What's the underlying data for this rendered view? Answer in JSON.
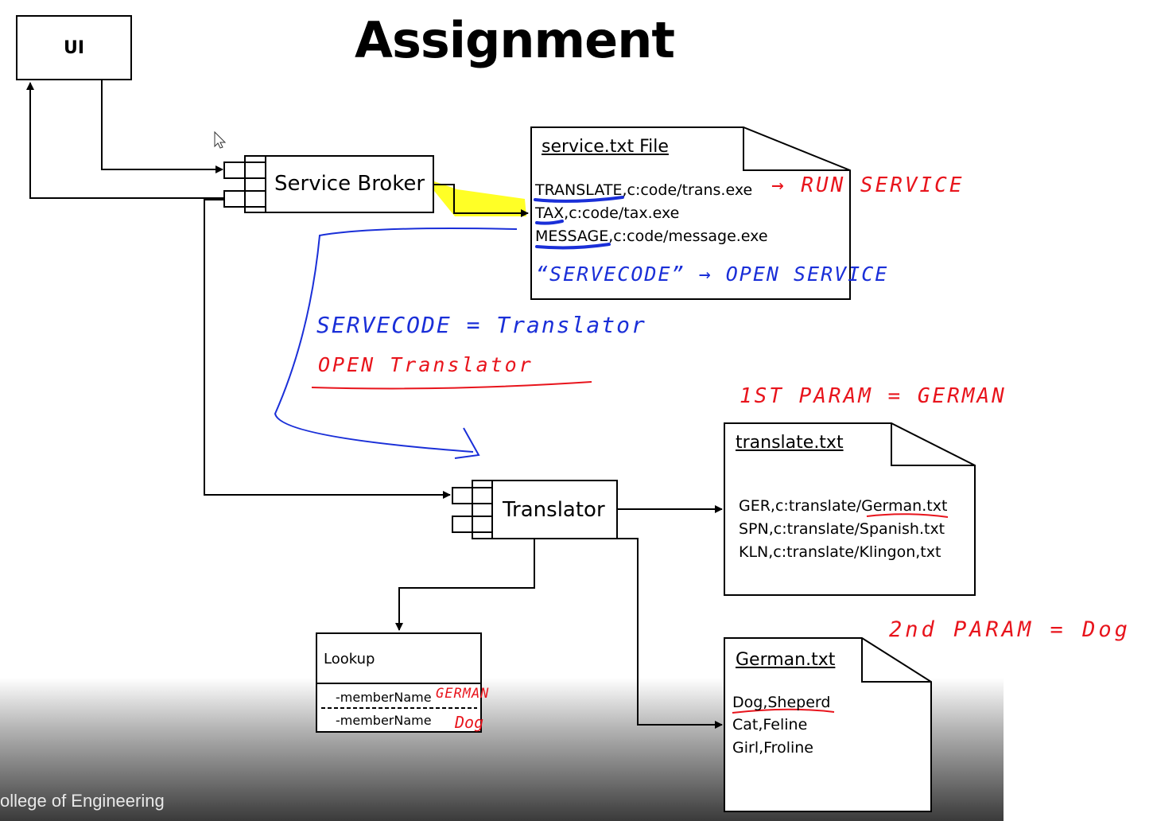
{
  "title": "Assignment",
  "ui_box": {
    "label": "UI"
  },
  "service_broker": {
    "label": "Service Broker"
  },
  "translator": {
    "label": "Translator"
  },
  "service_file": {
    "title": "service.txt File",
    "lines": [
      {
        "key": "TRANSLATE",
        "rest": ",c:code/trans.exe"
      },
      {
        "key": "TAX",
        "rest": ",c:code/tax.exe"
      },
      {
        "key": "MESSAGE",
        "rest": ",c:code/message.exe"
      }
    ]
  },
  "translate_file": {
    "title": "translate.txt",
    "lines": [
      "GER,c:translate/German.txt",
      "SPN,c:translate/Spanish.txt",
      "KLN,c:translate/Klingon,txt"
    ]
  },
  "german_file": {
    "title": "German.txt",
    "lines": [
      "Dog,Sheperd",
      "Cat,Feline",
      "Girl,Froline"
    ]
  },
  "lookup": {
    "title": "Lookup",
    "members": [
      "-memberName",
      "-memberName"
    ]
  },
  "annotations": {
    "run_service": "→ RUN SERVICE",
    "open_service": "“SERVECODE” → OPEN SERVICE",
    "servecode_translator": "SERVECODE = Translator",
    "open_translator": "OPEN Translator",
    "first_param": "1ST PARAM = GERMAN",
    "second_param": "2nd PARAM = Dog",
    "member_german": "GERMAN",
    "member_dog": "Dog"
  },
  "footer": {
    "text": "ollege of Engineering"
  },
  "colors": {
    "highlight": "#ffff1a",
    "ink_red": "#e8141c",
    "ink_blue": "#1a2fd8"
  }
}
